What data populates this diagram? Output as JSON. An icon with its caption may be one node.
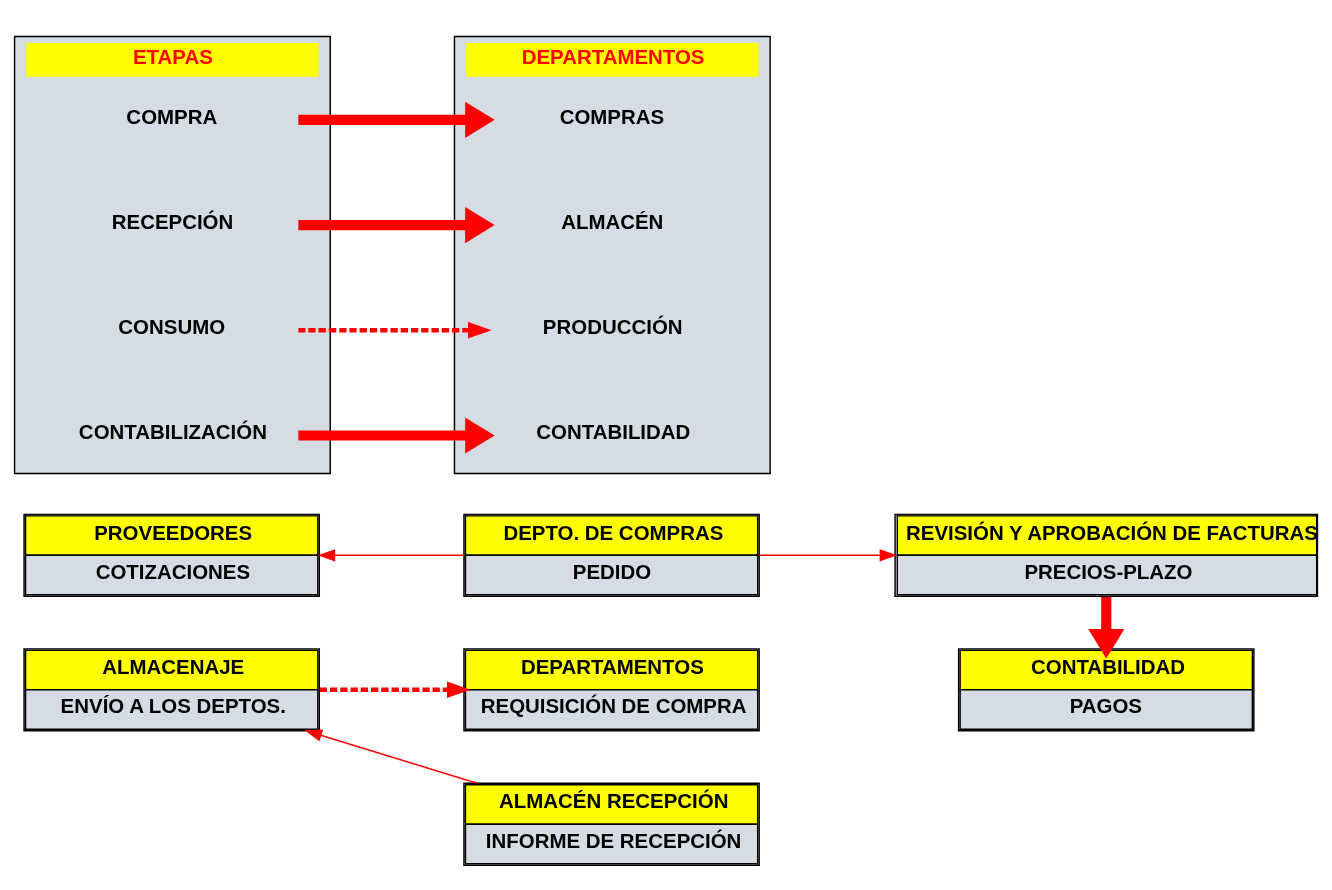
{
  "diagram": {
    "nodes": [
      {
        "text": [
          "DEPARTAMENTOS",
          "REQUISICIÓN DE COMPRA"
        ]
      },
      {
        "text": [
          "PROVEEDORES",
          "COTIZACIONES"
        ]
      },
      {
        "text": [
          "DEPTO. DE COMPRAS",
          "PEDIDO"
        ]
      },
      {
        "text": [
          "REVISIÓN Y APROBACIÓN DE FACTURAS",
          "PRECIOS-PLAZO"
        ]
      },
      {
        "text": [
          "ALMACENAJE",
          "ENVÍO A LOS DEPTOS."
        ]
      },
      {
        "text": [
          "ALMACÉN RECEPCIÓN",
          "INFORME DE RECEPCIÓN"
        ]
      },
      {
        "text": [
          "CONTABILIDAD",
          "PAGOS"
        ]
      },
      {
        "text": [
          "ETAPAS"
        ]
      },
      {
        "text": [
          "COMPRA"
        ],
        "in": 7
      },
      {
        "text": [
          "RECEPCIÓN"
        ],
        "in": 7
      },
      {
        "text": [
          "CONSUMO"
        ],
        "in": 7
      },
      {
        "text": [
          "CONTABILIZACIÓN"
        ],
        "in": 7
      },
      {
        "text": [
          "DEPARTAMENTOS"
        ]
      },
      {
        "text": [
          "COMPRAS"
        ],
        "in": 12
      },
      {
        "text": [
          "ALMACÉN"
        ],
        "in": 12
      },
      {
        "text": [
          "PRODUCCIÓN"
        ],
        "in": 12
      },
      {
        "text": [
          "CONTABILIDAD"
        ],
        "in": 12
      }
    ],
    "edges": [
      {
        "from": 2,
        "to": 1,
        "arrow": "to"
      },
      {
        "from": 2,
        "to": 3,
        "arrow": "to"
      },
      {
        "from": 5,
        "to": 4,
        "arrow": "to"
      },
      {
        "from": 3,
        "to": 6,
        "arrow": "to",
        "style": "thick"
      },
      {
        "from": 4,
        "to": 0,
        "arrow": "to",
        "style": "dashed"
      },
      {
        "from": 8,
        "to": 13,
        "arrow": "to",
        "style": "thick"
      },
      {
        "from": 9,
        "to": 14,
        "arrow": "to",
        "style": "thick"
      },
      {
        "from": 10,
        "to": 15,
        "arrow": "to",
        "style": "dashed"
      },
      {
        "from": 11,
        "to": 16,
        "arrow": "to",
        "style": "thick"
      }
    ]
  }
}
